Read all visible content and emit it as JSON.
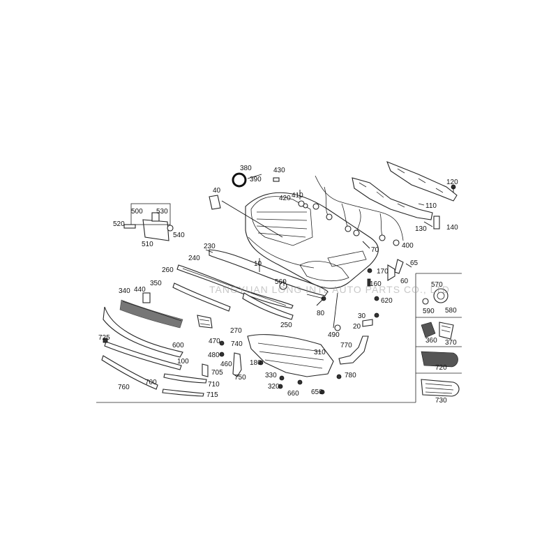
{
  "watermark": "TANGYUAN LONG INTL AUTO PARTS CO., LTD",
  "callouts": [
    {
      "id": "10",
      "text": "10"
    },
    {
      "id": "20",
      "text": "20"
    },
    {
      "id": "30",
      "text": "30"
    },
    {
      "id": "40",
      "text": "40"
    },
    {
      "id": "60",
      "text": "60"
    },
    {
      "id": "65",
      "text": "65"
    },
    {
      "id": "70",
      "text": "70"
    },
    {
      "id": "80",
      "text": "80"
    },
    {
      "id": "100",
      "text": "100"
    },
    {
      "id": "110",
      "text": "110"
    },
    {
      "id": "120",
      "text": "120"
    },
    {
      "id": "130",
      "text": "130"
    },
    {
      "id": "140",
      "text": "140"
    },
    {
      "id": "160",
      "text": "160"
    },
    {
      "id": "170",
      "text": "170"
    },
    {
      "id": "180",
      "text": "180"
    },
    {
      "id": "230",
      "text": "230"
    },
    {
      "id": "240",
      "text": "240"
    },
    {
      "id": "250",
      "text": "250"
    },
    {
      "id": "260",
      "text": "260"
    },
    {
      "id": "270",
      "text": "270"
    },
    {
      "id": "310",
      "text": "310"
    },
    {
      "id": "320",
      "text": "320"
    },
    {
      "id": "330",
      "text": "330"
    },
    {
      "id": "340",
      "text": "340"
    },
    {
      "id": "350",
      "text": "350"
    },
    {
      "id": "360",
      "text": "360"
    },
    {
      "id": "370",
      "text": "370"
    },
    {
      "id": "380",
      "text": "380"
    },
    {
      "id": "390",
      "text": "390"
    },
    {
      "id": "400",
      "text": "400"
    },
    {
      "id": "410",
      "text": "410"
    },
    {
      "id": "420",
      "text": "420"
    },
    {
      "id": "430",
      "text": "430"
    },
    {
      "id": "440",
      "text": "440"
    },
    {
      "id": "460",
      "text": "460"
    },
    {
      "id": "470",
      "text": "470"
    },
    {
      "id": "480",
      "text": "480"
    },
    {
      "id": "490",
      "text": "490"
    },
    {
      "id": "500",
      "text": "500"
    },
    {
      "id": "510",
      "text": "510"
    },
    {
      "id": "520",
      "text": "520"
    },
    {
      "id": "530",
      "text": "530"
    },
    {
      "id": "540",
      "text": "540"
    },
    {
      "id": "560",
      "text": "560"
    },
    {
      "id": "570",
      "text": "570"
    },
    {
      "id": "580",
      "text": "580"
    },
    {
      "id": "590",
      "text": "590"
    },
    {
      "id": "600",
      "text": "600"
    },
    {
      "id": "620",
      "text": "620"
    },
    {
      "id": "650",
      "text": "650"
    },
    {
      "id": "660",
      "text": "660"
    },
    {
      "id": "700",
      "text": "700"
    },
    {
      "id": "705",
      "text": "705"
    },
    {
      "id": "710",
      "text": "710"
    },
    {
      "id": "715",
      "text": "715"
    },
    {
      "id": "720",
      "text": "720"
    },
    {
      "id": "725",
      "text": "725"
    },
    {
      "id": "730",
      "text": "730"
    },
    {
      "id": "740",
      "text": "740"
    },
    {
      "id": "750",
      "text": "750"
    },
    {
      "id": "760",
      "text": "760"
    },
    {
      "id": "770",
      "text": "770"
    },
    {
      "id": "780",
      "text": "780"
    }
  ]
}
